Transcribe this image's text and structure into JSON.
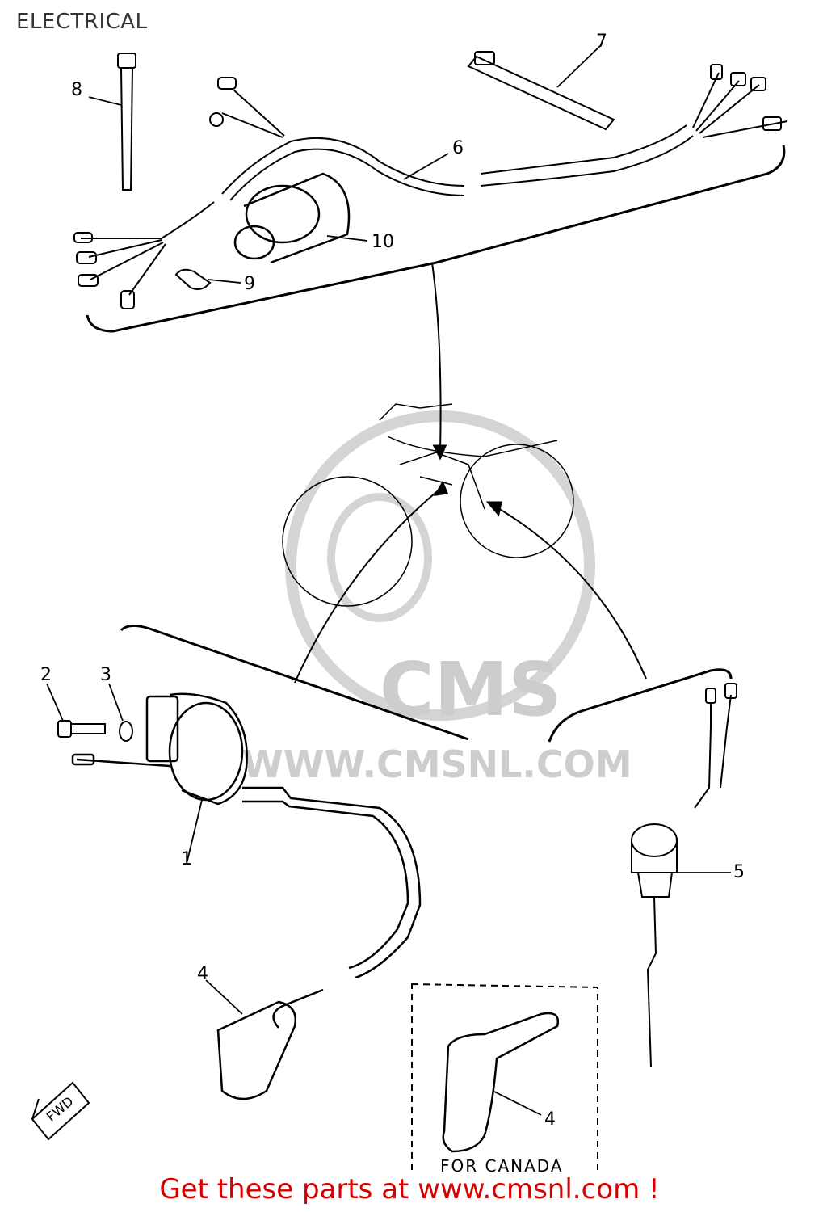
{
  "header": {
    "title": "ELECTRICAL"
  },
  "watermark": {
    "logo": "CMS",
    "url": "WWW.CMSNL.COM"
  },
  "callouts": {
    "c1": "1",
    "c2": "2",
    "c3": "3",
    "c4a": "4",
    "c4b": "4",
    "c5": "5",
    "c6": "6",
    "c7": "7",
    "c8": "8",
    "c9": "9",
    "c10": "10"
  },
  "labels": {
    "fwd": "FWD",
    "for_canada": "FOR CANADA"
  },
  "footer": {
    "text": "Get these parts at www.cmsnl.com !"
  },
  "colors": {
    "footer": "#d40000",
    "watermark": "#c8c8c8",
    "line": "#000000"
  }
}
